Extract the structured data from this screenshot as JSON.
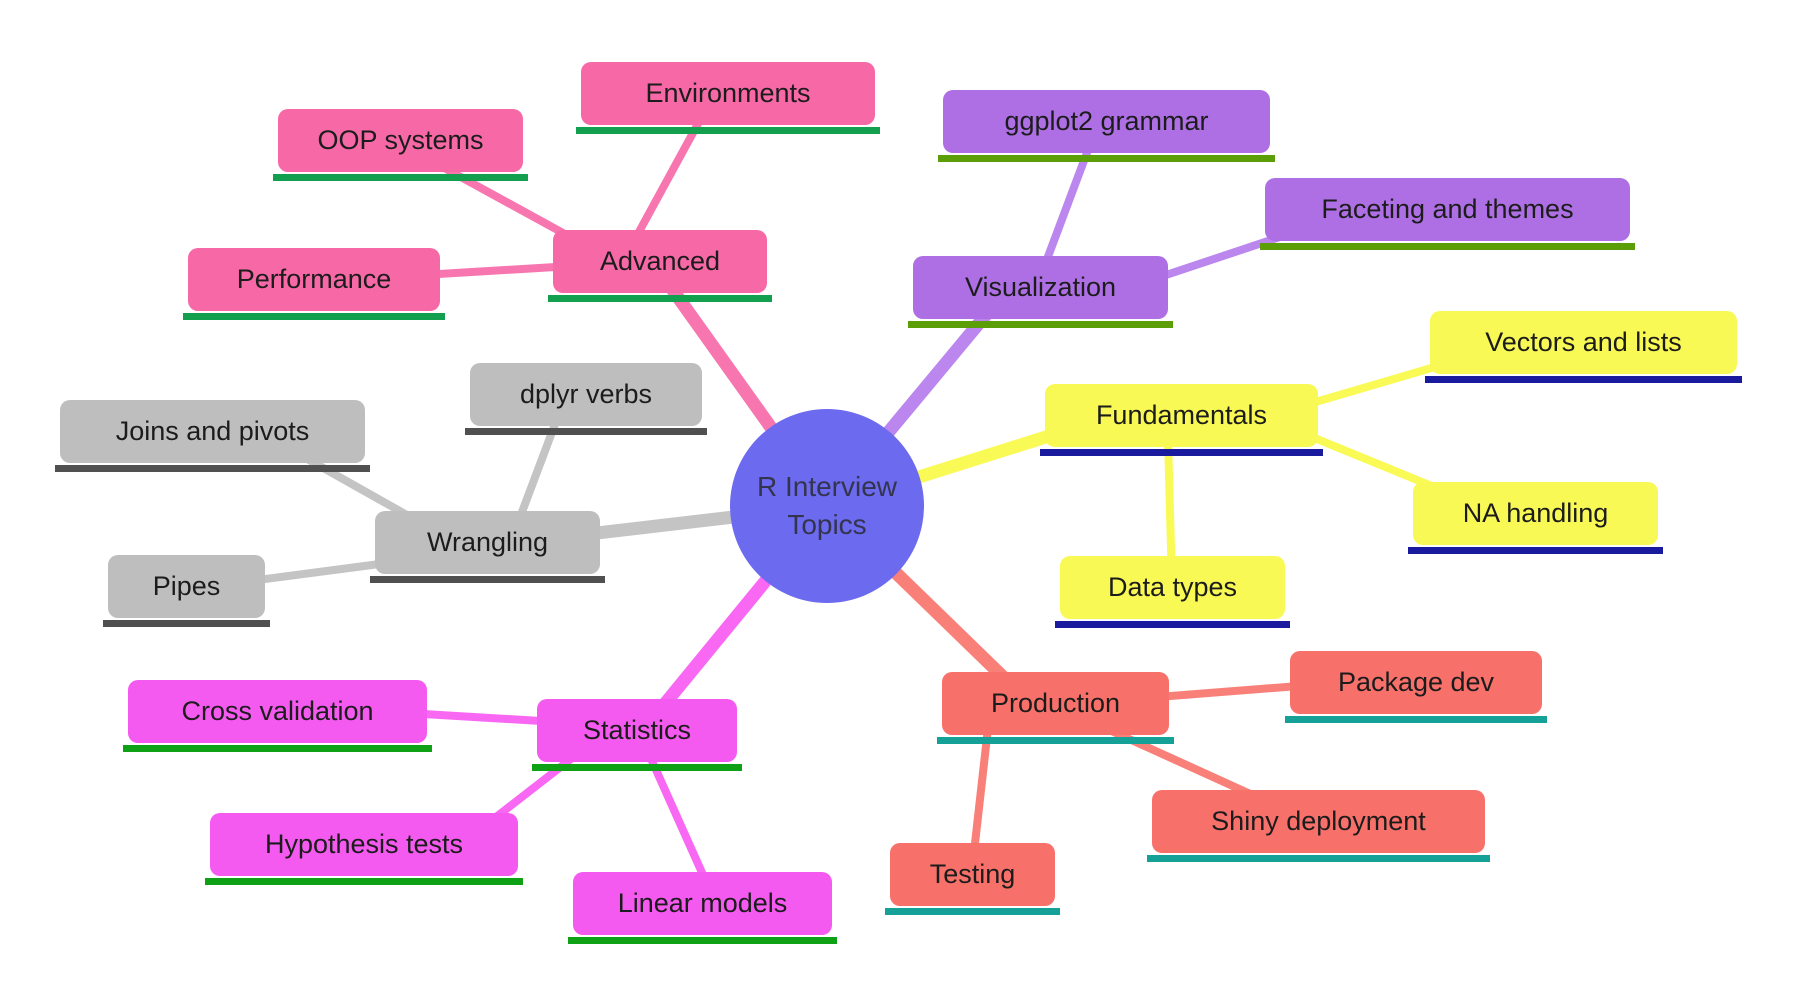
{
  "title": "R Interview Topics",
  "center": {
    "line1": "R Interview",
    "line2": "Topics"
  },
  "colors": {
    "center_fill": "#6c6aee",
    "center_text": "#34344e",
    "pink": "#f768a6",
    "pink_underline": "#12a04e",
    "purple": "#ae6fe5",
    "purple_underline": "#5b9e08",
    "yellow": "#f9f955",
    "yellow_underline": "#1a1a9e",
    "gray": "#bebebe",
    "gray_underline": "#505050",
    "magenta": "#f55af0",
    "magenta_underline": "#0ea116",
    "red": "#f8706a",
    "red_underline": "#16a198"
  },
  "branches": [
    {
      "label": "Advanced",
      "color_key": "pink",
      "children": [
        {
          "label": "Environments"
        },
        {
          "label": "OOP systems"
        },
        {
          "label": "Performance"
        }
      ]
    },
    {
      "label": "Visualization",
      "color_key": "purple",
      "children": [
        {
          "label": "ggplot2 grammar"
        },
        {
          "label": "Faceting and themes"
        }
      ]
    },
    {
      "label": "Fundamentals",
      "color_key": "yellow",
      "children": [
        {
          "label": "Vectors and lists"
        },
        {
          "label": "NA handling"
        },
        {
          "label": "Data types"
        }
      ]
    },
    {
      "label": "Wrangling",
      "color_key": "gray",
      "children": [
        {
          "label": "dplyr verbs"
        },
        {
          "label": "Joins and pivots"
        },
        {
          "label": "Pipes"
        }
      ]
    },
    {
      "label": "Statistics",
      "color_key": "magenta",
      "children": [
        {
          "label": "Cross validation"
        },
        {
          "label": "Hypothesis tests"
        },
        {
          "label": "Linear models"
        }
      ]
    },
    {
      "label": "Production",
      "color_key": "red",
      "children": [
        {
          "label": "Package dev"
        },
        {
          "label": "Shiny deployment"
        },
        {
          "label": "Testing"
        }
      ]
    }
  ]
}
